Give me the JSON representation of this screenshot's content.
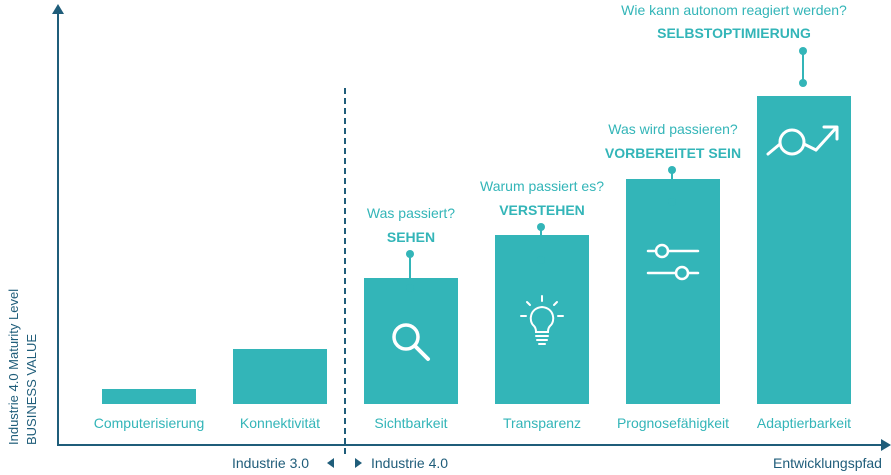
{
  "axes": {
    "y_line1": "Industrie 4.0 Maturity Level",
    "y_line2": "BUSINESS VALUE",
    "x_title": "Entwicklungspfad"
  },
  "eras": {
    "left": "Industrie 3.0",
    "right": "Industrie 4.0"
  },
  "stages": [
    {
      "label": "Computerisierung",
      "level": 0.05,
      "question": "",
      "keyword": "",
      "icon": ""
    },
    {
      "label": "Konnektivität",
      "level": 0.18,
      "question": "",
      "keyword": "",
      "icon": ""
    },
    {
      "label": "Sichtbarkeit",
      "level": 0.41,
      "question": "Was passiert?",
      "keyword": "SEHEN",
      "icon": "magnifier-icon"
    },
    {
      "label": "Transparenz",
      "level": 0.55,
      "question": "Warum passiert es?",
      "keyword": "VERSTEHEN",
      "icon": "lightbulb-icon"
    },
    {
      "label": "Prognosefähigkeit",
      "level": 0.73,
      "question": "Was wird passieren?",
      "keyword": "VORBEREITET SEIN",
      "icon": "sliders-icon"
    },
    {
      "label": "Adaptierbarkeit",
      "level": 1.0,
      "question": "Wie kann autonom reagiert werden?",
      "keyword": "SELBSTOPTIMIERUNG",
      "icon": "trend-arrow-icon"
    }
  ],
  "colors": {
    "bar": "#33b5b8",
    "axis": "#1f5d7a",
    "text_accent": "#33b5b8"
  }
}
